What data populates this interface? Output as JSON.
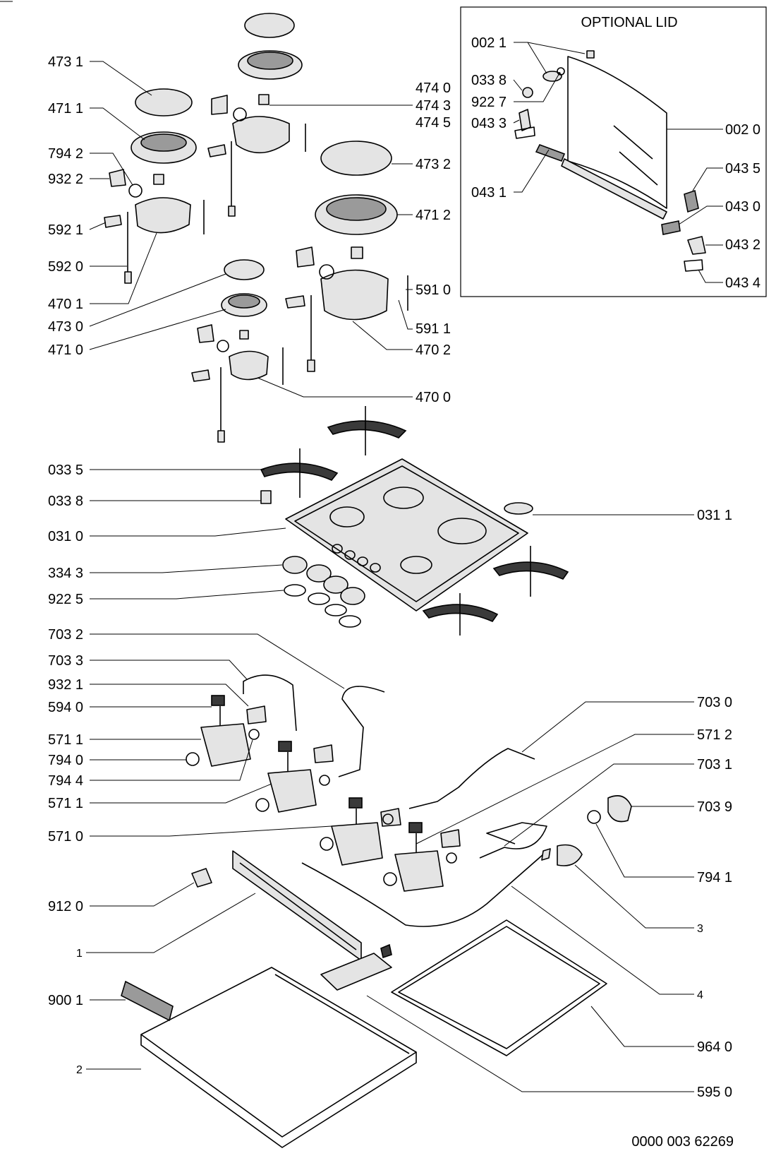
{
  "diagram": {
    "lid_box_title": "OPTIONAL LID",
    "drawing_number": "0000 003 62269",
    "callouts": [
      "473 1",
      "471 1",
      "794 2",
      "932 2",
      "592 1",
      "592 0",
      "470 1",
      "473 0",
      "471 0",
      "474 0",
      "474 3",
      "474 5",
      "473 2",
      "471 2",
      "591 0",
      "591 1",
      "470 2",
      "470 0",
      "033 5",
      "033 8",
      "031 0",
      "334 3",
      "922 5",
      "031 1",
      "703 2",
      "703 3",
      "932 1",
      "594 0",
      "571 1",
      "794 0",
      "794 4",
      "571 1",
      "571 0",
      "703 0",
      "571 2",
      "703 1",
      "703 9",
      "794 1",
      "3",
      "912 0",
      "1",
      "4",
      "900 1",
      "964 0",
      "2",
      "595 0",
      "002 1",
      "033 8",
      "922 7",
      "043 3",
      "043 1",
      "002 0",
      "043 5",
      "043 0",
      "043 2",
      "043 4"
    ]
  }
}
